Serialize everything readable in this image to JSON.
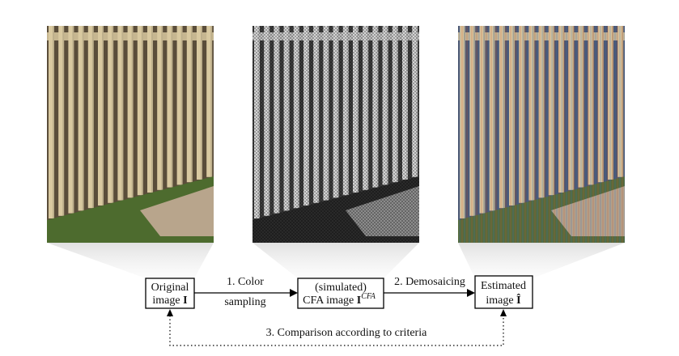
{
  "panels": [
    {
      "name": "original",
      "fence_color": "#d9c9a0",
      "gap_color": "#5a4d3a",
      "ground_color": "#4d6b2e",
      "path_color": "#b8a58c"
    },
    {
      "name": "cfa",
      "fence_color": "#d6d6d6",
      "gap_color": "#3c3c3c",
      "ground_color": "#2a2a2a",
      "path_color": "#8c8c8c"
    },
    {
      "name": "estimated",
      "fence_color": "#d8c49a",
      "gap_color": "#4d5870",
      "ground_color": "#566b3a",
      "path_color": "#b3a28a"
    }
  ],
  "boxes": {
    "original": {
      "line1": "Original",
      "line2": "image ",
      "symbol": "I"
    },
    "cfa": {
      "line1": "(simulated)",
      "line2": "CFA image ",
      "symbol": "I",
      "superscript": "CFA"
    },
    "estimated": {
      "line1": "Estimated",
      "line2": "image ",
      "symbol": "Î"
    }
  },
  "steps": {
    "step1_line1": "1. Color",
    "step1_line2": "sampling",
    "step2": "2. Demosaicing",
    "step3": "3. Comparison according to criteria"
  }
}
